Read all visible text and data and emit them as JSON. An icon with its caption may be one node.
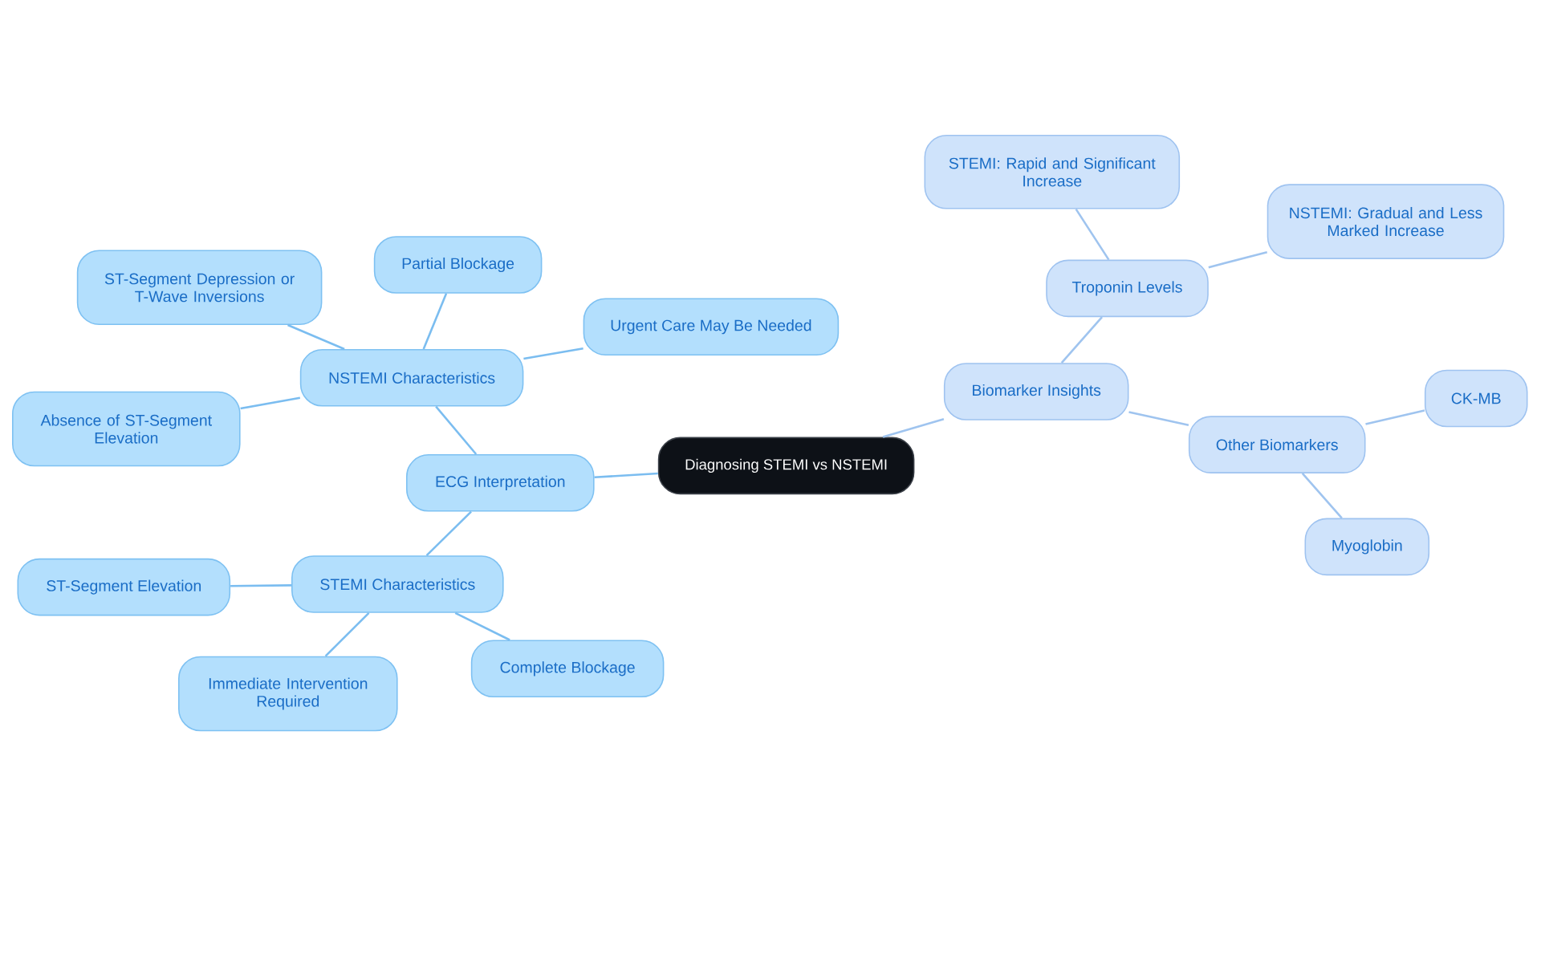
{
  "diagram": {
    "nodes": [
      {
        "text": [
          "Diagnosing STEMI vs NSTEMI"
        ]
      },
      {
        "text": [
          "ECG Interpretation"
        ]
      },
      {
        "text": [
          "NSTEMI Characteristics"
        ]
      },
      {
        "text": [
          "ST-Segment Depression or T-Wave Inversions"
        ]
      },
      {
        "text": [
          "Partial Blockage"
        ]
      },
      {
        "text": [
          "Urgent Care May Be Needed"
        ]
      },
      {
        "text": [
          "Absence of ST-Segment Elevation"
        ]
      },
      {
        "text": [
          "STEMI Characteristics"
        ]
      },
      {
        "text": [
          "ST-Segment Elevation"
        ]
      },
      {
        "text": [
          "Immediate Intervention Required"
        ]
      },
      {
        "text": [
          "Complete Blockage"
        ]
      },
      {
        "text": [
          "Biomarker Insights"
        ]
      },
      {
        "text": [
          "Troponin Levels"
        ]
      },
      {
        "text": [
          "STEMI: Rapid and Significant Increase"
        ]
      },
      {
        "text": [
          "NSTEMI: Gradual and Less Marked Increase"
        ]
      },
      {
        "text": [
          "Other Biomarkers"
        ]
      },
      {
        "text": [
          "CK-MB"
        ]
      },
      {
        "text": [
          "Myoglobin"
        ]
      }
    ],
    "edges": [
      {
        "from": 0,
        "to": 1,
        "arrow": "none"
      },
      {
        "from": 1,
        "to": 2,
        "arrow": "none"
      },
      {
        "from": 2,
        "to": 3,
        "arrow": "none"
      },
      {
        "from": 2,
        "to": 4,
        "arrow": "none"
      },
      {
        "from": 2,
        "to": 5,
        "arrow": "none"
      },
      {
        "from": 2,
        "to": 6,
        "arrow": "none"
      },
      {
        "from": 1,
        "to": 7,
        "arrow": "none"
      },
      {
        "from": 7,
        "to": 8,
        "arrow": "none"
      },
      {
        "from": 7,
        "to": 9,
        "arrow": "none"
      },
      {
        "from": 7,
        "to": 10,
        "arrow": "none"
      },
      {
        "from": 0,
        "to": 11,
        "arrow": "none",
        "color": "#9fc4ef"
      },
      {
        "from": 11,
        "to": 12,
        "arrow": "none",
        "color": "#9fc4ef"
      },
      {
        "from": 12,
        "to": 13,
        "arrow": "none",
        "color": "#9fc4ef"
      },
      {
        "from": 12,
        "to": 14,
        "arrow": "none",
        "color": "#9fc4ef"
      },
      {
        "from": 11,
        "to": 15,
        "arrow": "none",
        "color": "#9fc4ef"
      },
      {
        "from": 15,
        "to": 16,
        "arrow": "none",
        "color": "#9fc4ef"
      },
      {
        "from": 15,
        "to": 17,
        "arrow": "none",
        "color": "#9fc4ef"
      }
    ]
  }
}
